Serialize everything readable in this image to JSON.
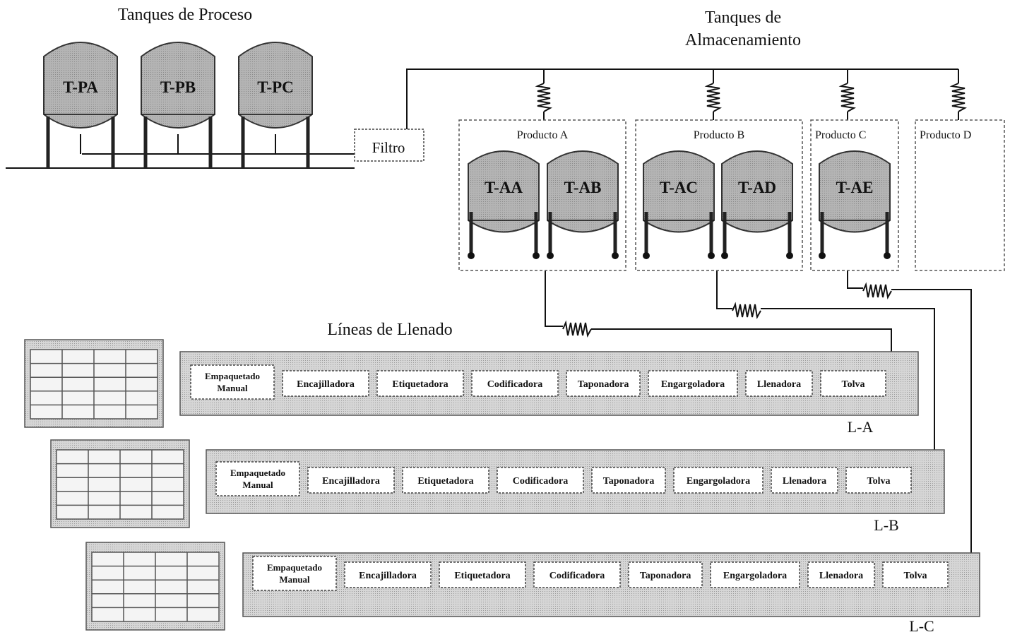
{
  "titles": {
    "process": "Tanques de Proceso",
    "storage_line1": "Tanques de",
    "storage_line2": "Almacenamiento",
    "filling": "Líneas de Llenado"
  },
  "process_tanks": [
    "T-PA",
    "T-PB",
    "T-PC"
  ],
  "filter": "Filtro",
  "products": [
    {
      "name": "Producto A",
      "tanks": [
        "T-AA",
        "T-AB"
      ]
    },
    {
      "name": "Producto B",
      "tanks": [
        "T-AC",
        "T-AD"
      ]
    },
    {
      "name": "Producto C",
      "tanks": [
        "T-AE"
      ]
    },
    {
      "name": "Producto D",
      "tanks": []
    }
  ],
  "lines": [
    {
      "name": "L-A",
      "stations": [
        "Empaquetado Manual",
        "Encajilladora",
        "Etiquetadora",
        "Codificadora",
        "Taponadora",
        "Engargoladora",
        "Llenadora",
        "Tolva"
      ]
    },
    {
      "name": "L-B",
      "stations": [
        "Empaquetado Manual",
        "Encajilladora",
        "Etiquetadora",
        "Codificadora",
        "Taponadora",
        "Engargoladora",
        "Llenadora",
        "Tolva"
      ]
    },
    {
      "name": "L-C",
      "stations": [
        "Empaquetado Manual",
        "Encajilladora",
        "Etiquetadora",
        "Codificadora",
        "Taponadora",
        "Engargoladora",
        "Llenadora",
        "Tolva"
      ]
    }
  ],
  "colors": {
    "tank_fill": "#a8a8a8",
    "line": "#111111",
    "background": "#ffffff"
  }
}
